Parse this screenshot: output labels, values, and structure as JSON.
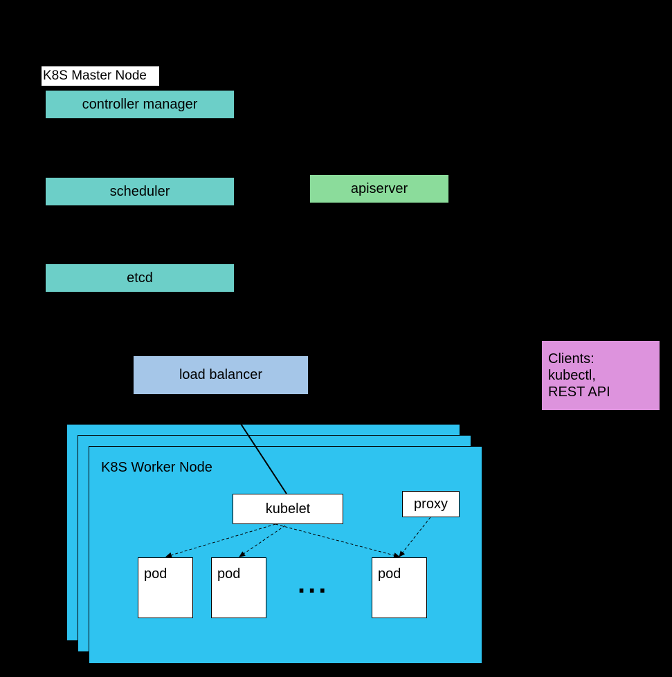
{
  "master": {
    "label": "K8S Master Node",
    "controller_manager": "controller manager",
    "scheduler": "scheduler",
    "etcd": "etcd",
    "apiserver": "apiserver"
  },
  "load_balancer": "load balancer",
  "clients": {
    "line1": "Clients:",
    "line2": "kubectl,",
    "line3": "REST API"
  },
  "worker": {
    "label": "K8S Worker Node",
    "kubelet": "kubelet",
    "proxy": "proxy",
    "pods": [
      "pod",
      "pod",
      "pod"
    ],
    "ellipsis": "..."
  },
  "colors": {
    "background": "#000000",
    "master_component": "#6ccfc8",
    "apiserver": "#8bdc9b",
    "load_balancer": "#a5c6e8",
    "clients": "#dd93dd",
    "worker_node": "#2fc3f0"
  }
}
